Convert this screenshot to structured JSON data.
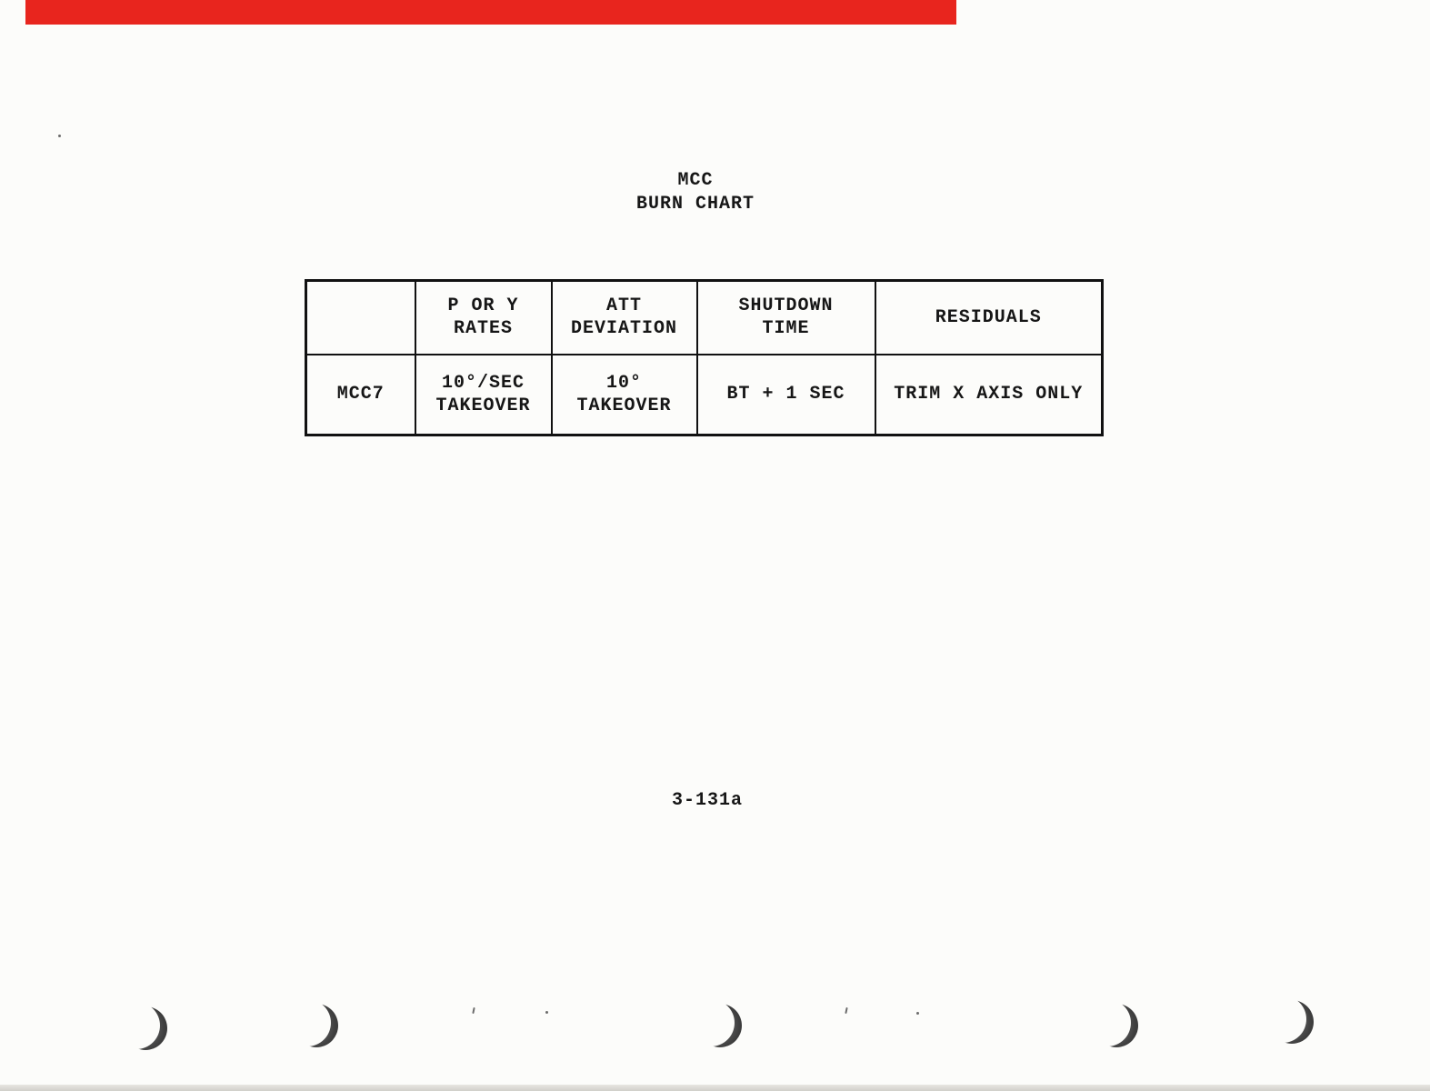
{
  "page": {
    "title_line1": "MCC",
    "title_line2": "BURN CHART",
    "page_number": "3-131a"
  },
  "table": {
    "headers": [
      "",
      "P OR Y\nRATES",
      "ATT\nDEVIATION",
      "SHUTDOWN\nTIME",
      "RESIDUALS"
    ],
    "rows": [
      [
        "MCC7",
        "10°/SEC\nTAKEOVER",
        "10°\nTAKEOVER",
        "BT + 1 SEC",
        "TRIM X AXIS ONLY"
      ]
    ]
  },
  "colors": {
    "top_bar": "#e8251e",
    "paper": "#fcfcfa",
    "ink": "#161616"
  }
}
